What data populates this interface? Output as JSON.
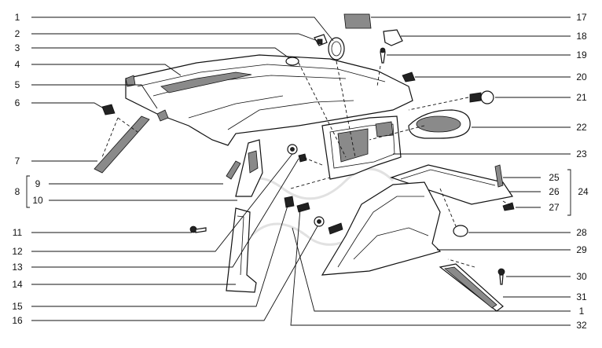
{
  "callouts_left": [
    {
      "label": "1"
    },
    {
      "label": "2"
    },
    {
      "label": "3"
    },
    {
      "label": "4"
    },
    {
      "label": "5"
    },
    {
      "label": "6"
    },
    {
      "label": "7"
    },
    {
      "label": "9"
    },
    {
      "label": "8"
    },
    {
      "label": "10"
    },
    {
      "label": "11"
    },
    {
      "label": "12"
    },
    {
      "label": "13"
    },
    {
      "label": "14"
    },
    {
      "label": "15"
    },
    {
      "label": "16"
    }
  ],
  "callouts_right": [
    {
      "label": "17"
    },
    {
      "label": "18"
    },
    {
      "label": "19"
    },
    {
      "label": "20"
    },
    {
      "label": "21"
    },
    {
      "label": "22"
    },
    {
      "label": "23"
    },
    {
      "label": "25"
    },
    {
      "label": "24"
    },
    {
      "label": "26"
    },
    {
      "label": "27"
    },
    {
      "label": "28"
    },
    {
      "label": "29"
    },
    {
      "label": "30"
    },
    {
      "label": "31"
    },
    {
      "label": "1"
    },
    {
      "label": "32"
    }
  ]
}
